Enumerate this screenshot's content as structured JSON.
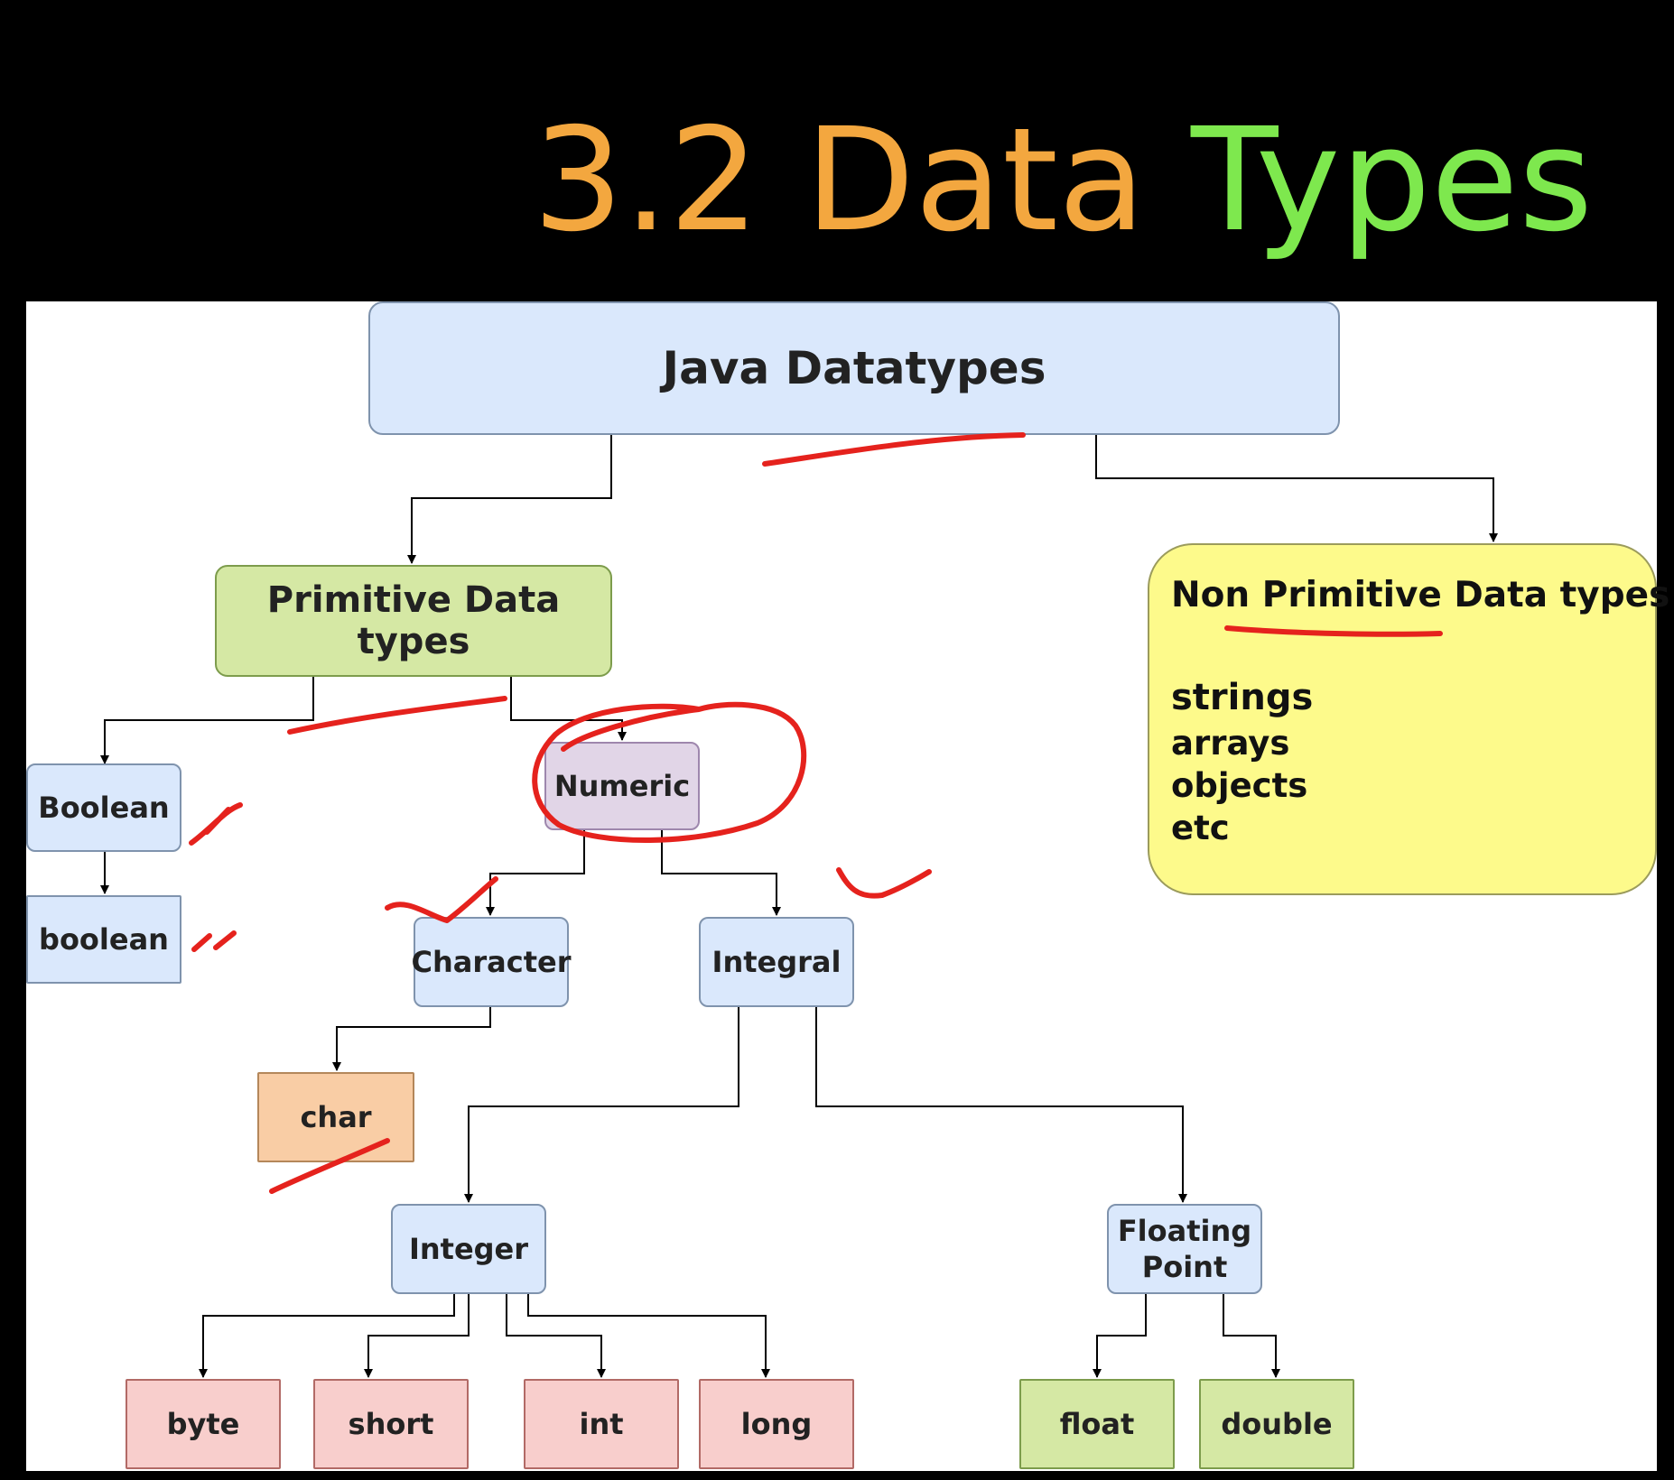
{
  "title": {
    "part1": "3.2 Data",
    "part2": "Types"
  },
  "colors": {
    "title_orange": "#f3a73f",
    "title_green": "#7ee84e",
    "annotation_red": "#e5221d"
  },
  "nodes": {
    "java_datatypes": "Java Datatypes",
    "primitive": "Primitive Data types",
    "non_primitive": {
      "heading": "Non Primitive Data types",
      "items": [
        "strings",
        "arrays",
        "objects",
        "etc"
      ]
    },
    "boolean_category": "Boolean",
    "boolean_type": "boolean",
    "numeric": "Numeric",
    "character": "Character",
    "char_type": "char",
    "integral": "Integral",
    "integer": "Integer",
    "floating_point": [
      "Floating",
      "Point"
    ],
    "byte": "byte",
    "short": "short",
    "int": "int",
    "long": "long",
    "float": "float",
    "double": "double"
  }
}
